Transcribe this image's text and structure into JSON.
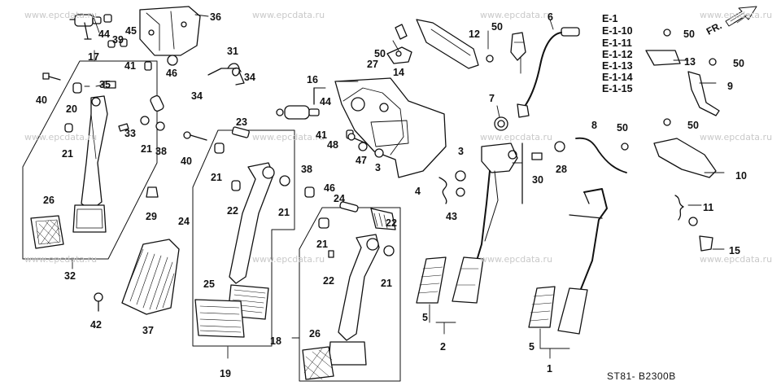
{
  "watermark": "www.epcdata.ru",
  "diagram_code": "ST81- B2300B",
  "front_arrow_label": "FR.",
  "references": [
    "E-1",
    "E-1-10",
    "E-1-11",
    "E-1-12",
    "E-1-13",
    "E-1-14",
    "E-1-15"
  ],
  "callouts": [
    "1",
    "2",
    "3",
    "3",
    "4",
    "5",
    "5",
    "6",
    "7",
    "8",
    "9",
    "10",
    "11",
    "12",
    "13",
    "14",
    "15",
    "16",
    "17",
    "18",
    "19",
    "20",
    "21",
    "21",
    "21",
    "21",
    "21",
    "21",
    "22",
    "22",
    "22",
    "23",
    "24",
    "24",
    "25",
    "26",
    "26",
    "27",
    "28",
    "29",
    "30",
    "31",
    "32",
    "33",
    "34",
    "34",
    "35",
    "36",
    "37",
    "38",
    "38",
    "39",
    "40",
    "40",
    "41",
    "41",
    "42",
    "43",
    "44",
    "44",
    "45",
    "46",
    "46",
    "47",
    "48",
    "50",
    "50",
    "50",
    "50",
    "50",
    "50"
  ]
}
